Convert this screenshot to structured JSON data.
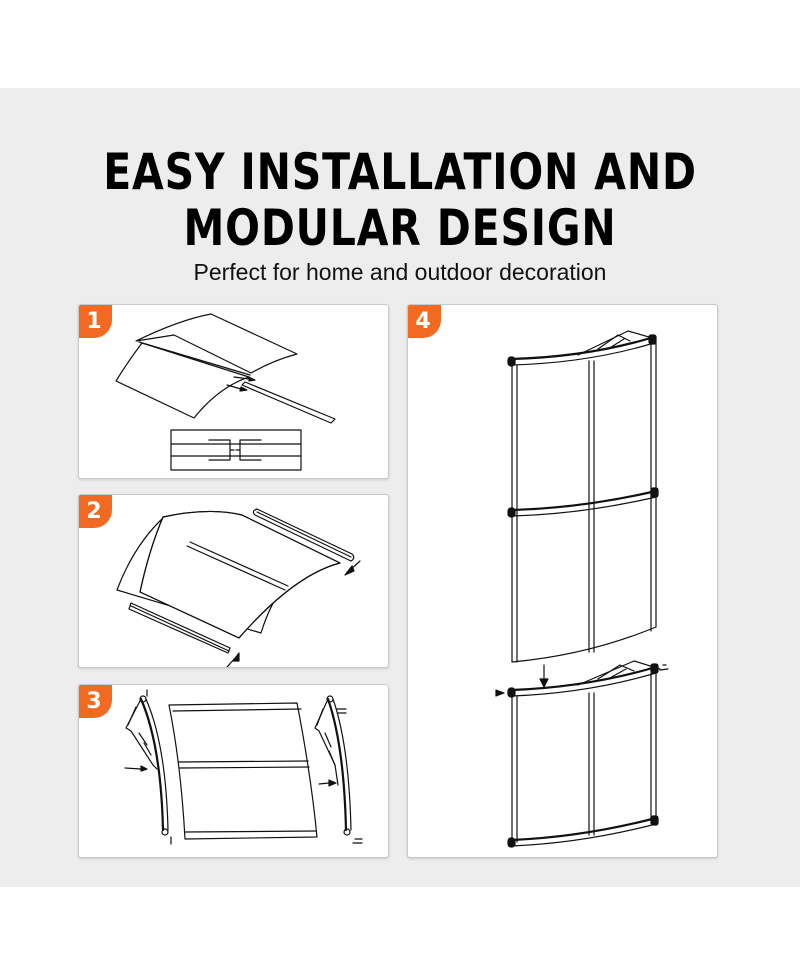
{
  "header": {
    "title_line1": "EASY INSTALLATION AND",
    "title_line2": "MODULAR DESIGN",
    "subtitle": "Perfect for home and outdoor decoration"
  },
  "colors": {
    "band_background": "#ededed",
    "badge_orange": "#f26a21",
    "panel_background": "#ffffff"
  },
  "steps": [
    {
      "number": "1",
      "illustration": "joining-two-panels-with-h-connector"
    },
    {
      "number": "2",
      "illustration": "sliding-edge-strips-onto-curved-panel"
    },
    {
      "number": "3",
      "illustration": "attaching-brackets-to-panel-sides"
    },
    {
      "number": "4",
      "illustration": "stacking-modular-awning-units"
    }
  ]
}
